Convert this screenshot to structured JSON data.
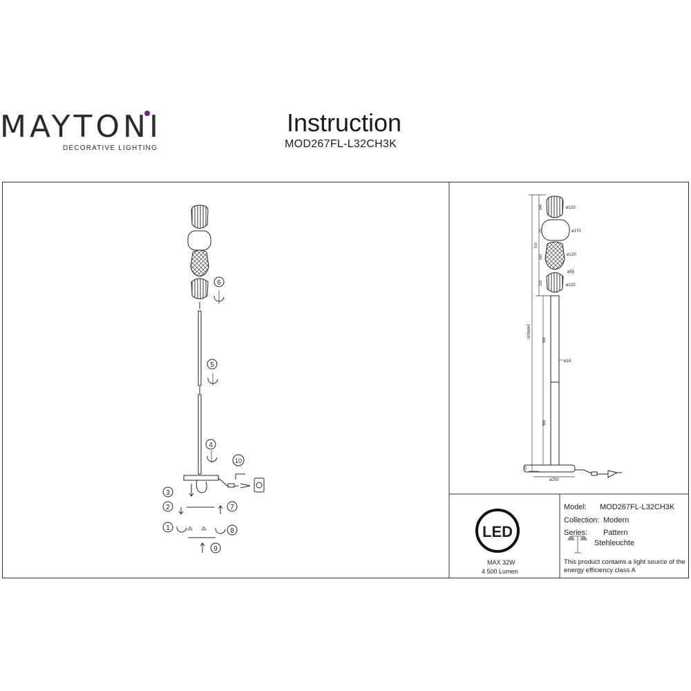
{
  "brand": {
    "name": "MAYTONI",
    "tagline": "DECORATIVE LIGHTING"
  },
  "header": {
    "title": "Instruction",
    "model_code": "MOD267FL-L32CH3K"
  },
  "assembly": {
    "steps": [
      "1",
      "2",
      "3",
      "4",
      "5",
      "6",
      "7",
      "8",
      "9",
      "10"
    ]
  },
  "dimensions": {
    "total_height": "1655MAX",
    "shade_stack_height": "610",
    "segment_heights": [
      "140",
      "25",
      "160",
      "118"
    ],
    "rod_lengths": [
      "500",
      "500"
    ],
    "base_height": "20",
    "diameters": [
      "ø120",
      "ø170",
      "ø120",
      "ø55",
      "ø120",
      "ø16",
      "ø250"
    ]
  },
  "energy": {
    "badge": "LED",
    "max_power": "MAX 32W",
    "lumen": "4 500 Lumen"
  },
  "specs": {
    "model_label": "Model:",
    "model_value": "MOD267FL-L32CH3K",
    "collection_label": "Collection:",
    "collection_value": "Modern",
    "series_label": "Series:",
    "series_value": "Pattern",
    "type_value": "Stehleuchte",
    "note": [
      "This product contains a light source of the",
      "energy efficiency class A"
    ]
  },
  "colors": {
    "accent_dot": "#6a2a7a",
    "line": "#333333"
  }
}
